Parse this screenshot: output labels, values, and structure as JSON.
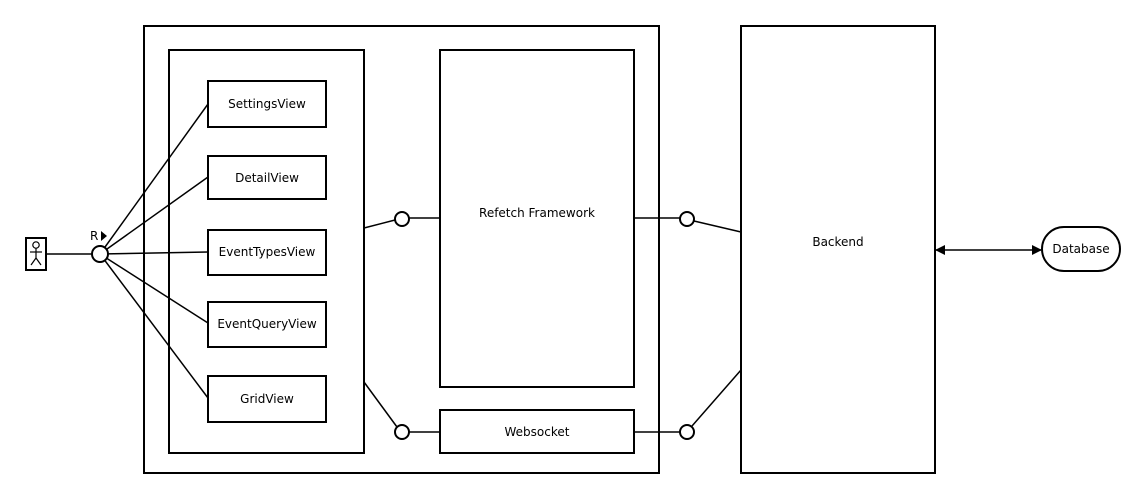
{
  "diagram": {
    "actor": {
      "role_label": "R"
    },
    "views": [
      {
        "id": "settings",
        "label": "SettingsView"
      },
      {
        "id": "detail",
        "label": "DetailView"
      },
      {
        "id": "eventtypes",
        "label": "EventTypesView"
      },
      {
        "id": "eventquery",
        "label": "EventQueryView"
      },
      {
        "id": "grid",
        "label": "GridView"
      }
    ],
    "components": {
      "refetch": "Refetch Framework",
      "websocket": "Websocket",
      "backend": "Backend",
      "database": "Database"
    }
  }
}
